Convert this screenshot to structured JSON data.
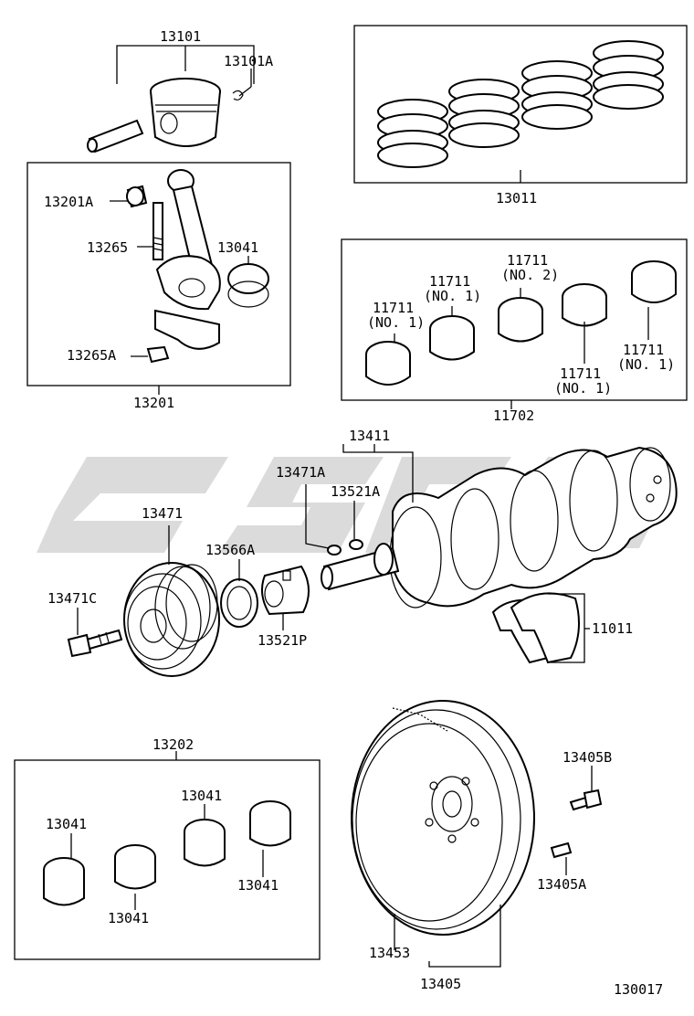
{
  "labels": {
    "p13101": "13101",
    "p13101A": "13101A",
    "p13011": "13011",
    "p13201A": "13201A",
    "p13265": "13265",
    "p13041_rod": "13041",
    "p13265A": "13265A",
    "p13201": "13201",
    "p11711_a": "11711",
    "p11711_a_sub": "(NO. 1)",
    "p11711_b": "11711",
    "p11711_b_sub": "(NO. 1)",
    "p11711_c": "11711",
    "p11711_c_sub": "(NO. 2)",
    "p11711_d": "11711",
    "p11711_d_sub": "(NO. 1)",
    "p11711_e": "11711",
    "p11711_e_sub": "(NO. 1)",
    "p11702": "11702",
    "p13411": "13411",
    "p13471A": "13471A",
    "p13521A": "13521A",
    "p13471": "13471",
    "p13566A": "13566A",
    "p13471C": "13471C",
    "p13521P": "13521P",
    "p11011": "11011",
    "p13202": "13202",
    "p13041_a": "13041",
    "p13041_b": "13041",
    "p13041_c": "13041",
    "p13041_d": "13041",
    "p13405B": "13405B",
    "p13405A": "13405A",
    "p13453": "13453",
    "p13405": "13405",
    "diagram_code": "130017"
  },
  "colors": {
    "line": "#000000",
    "watermark": "#bdbdbd"
  }
}
